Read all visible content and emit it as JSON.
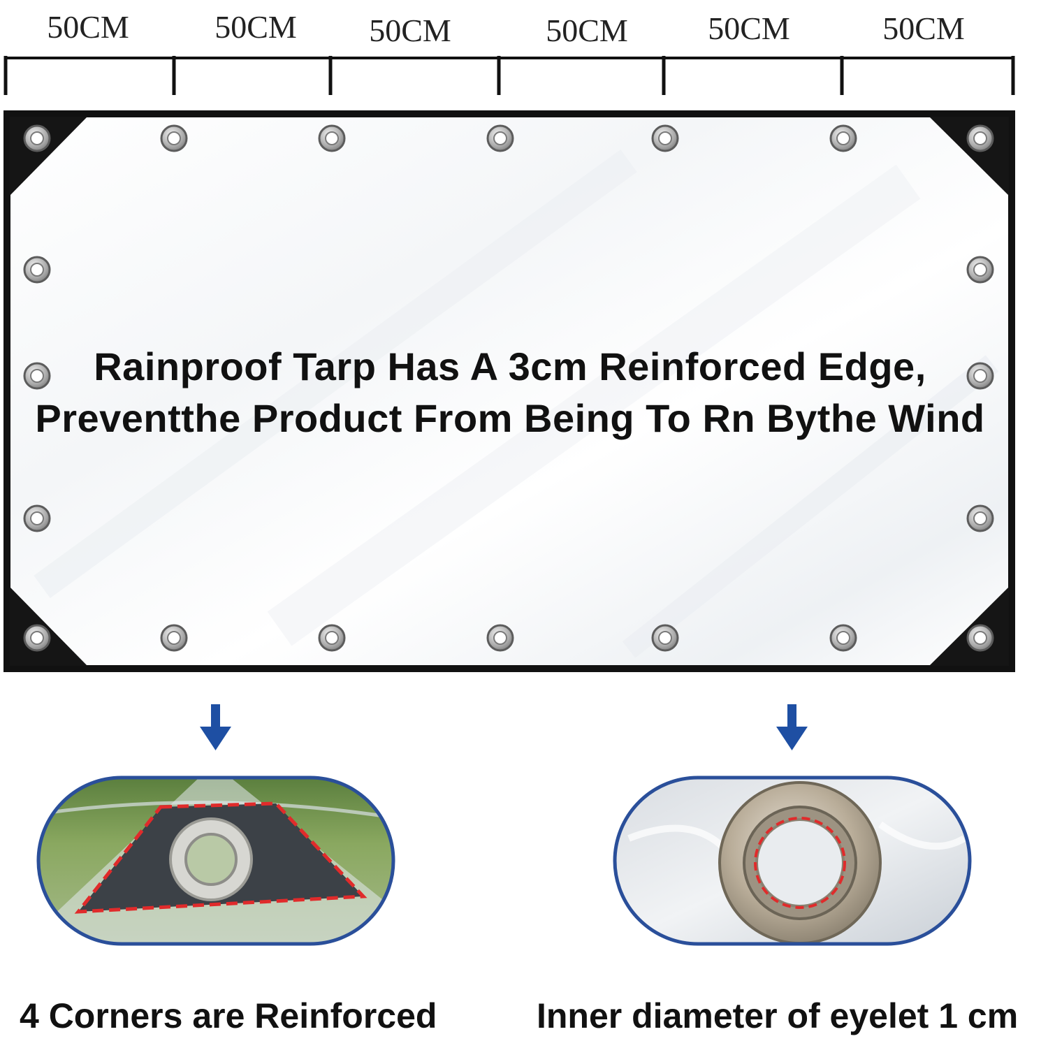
{
  "ruler": {
    "labels": [
      "50CM",
      "50CM",
      "50CM",
      "50CM",
      "50CM",
      "50CM"
    ]
  },
  "tarp": {
    "caption_line1": "Rainproof Tarp Has A 3cm Reinforced Edge,",
    "caption_line2": "Preventthe Product From Being To Rn Bythe Wind"
  },
  "details": {
    "left_caption": "4 Corners are Reinforced",
    "right_caption": "Inner diameter of eyelet 1 cm"
  },
  "colors": {
    "frame": "#111111",
    "arrow": "#1e4fa3",
    "oval_border": "#2a4f9a",
    "dashed_highlight": "#e02b2b"
  },
  "icons": {
    "eyelet": "eyelet-icon",
    "arrow": "arrow-down-icon"
  }
}
